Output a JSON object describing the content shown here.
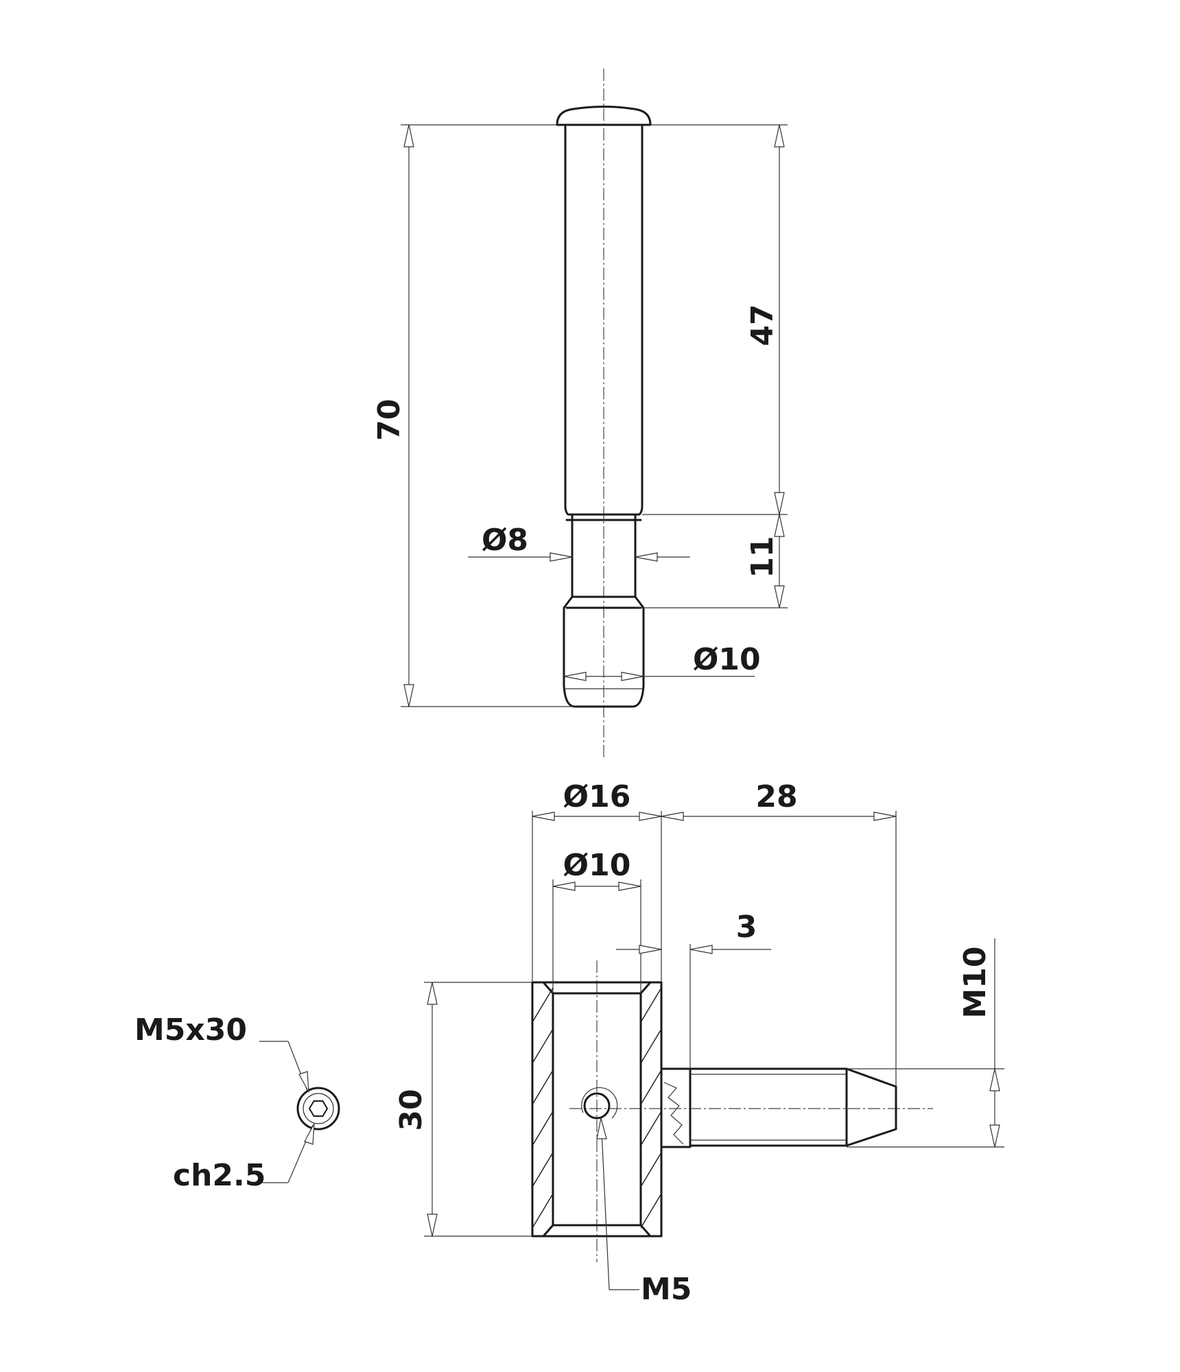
{
  "dimensions": {
    "overall_length": "70",
    "pin_length": "47",
    "groove_length": "11",
    "groove_diameter": "Ø8",
    "tip_diameter": "Ø10",
    "sleeve_diameter": "Ø16",
    "bore_diameter": "Ø10",
    "offset": "28",
    "shoulder": "3",
    "thread": "M10",
    "sleeve_length": "30",
    "set_screw_thread": "M5"
  },
  "screw_detail": {
    "size_label": "M5x30",
    "hex_label": "ch2.5"
  }
}
